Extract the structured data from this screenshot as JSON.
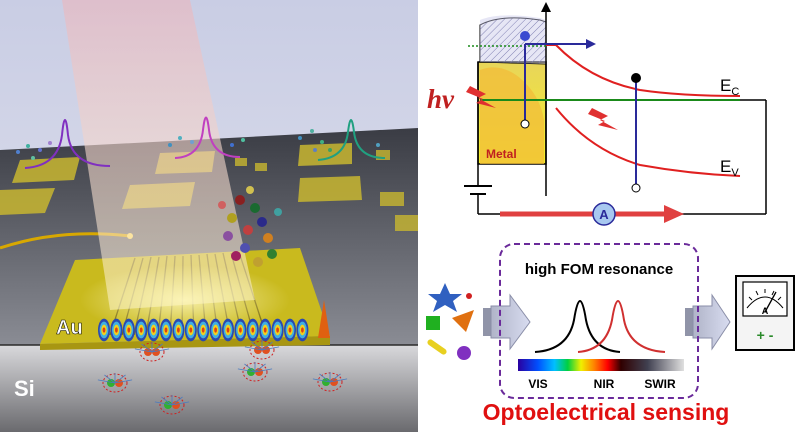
{
  "left_scene": {
    "metal_label": "Au",
    "substrate_label": "Si"
  },
  "band_diagram": {
    "photon_label": "hν",
    "metal_label": "Metal",
    "conduction_band_label": "E",
    "conduction_band_sub": "C",
    "valence_band_label": "E",
    "valence_band_sub": "V",
    "ammeter_label": "A"
  },
  "sensing_flow": {
    "resonance_label": "high FOM resonance",
    "spectrum_labels": [
      "VIS",
      "NIR",
      "SWIR"
    ],
    "meter_label": "A",
    "meter_polarity": "+ -",
    "caption": "Optoelectrical sensing"
  },
  "colors": {
    "gold": "#d4c21a",
    "caption_red": "#e01010",
    "band_red": "#e02020",
    "fermi_green": "#1a8a1a",
    "circuit_blue": "#2a2a9a"
  }
}
